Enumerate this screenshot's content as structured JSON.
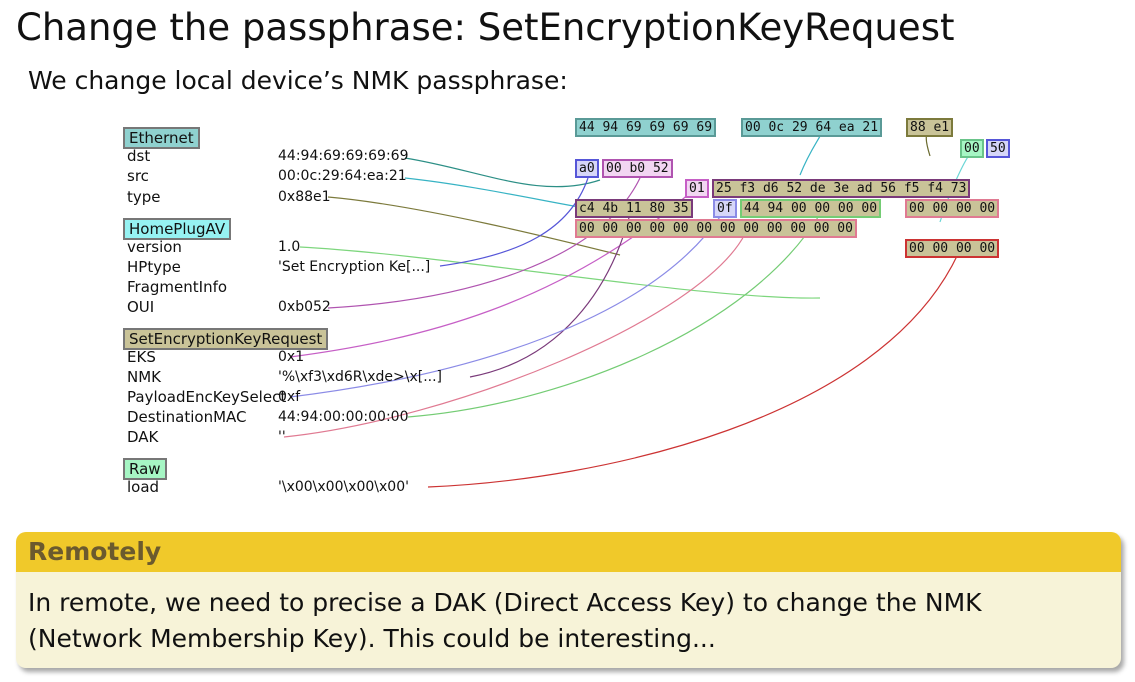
{
  "title": "Change the passphrase: SetEncryptionKeyRequest",
  "subtitle": "We change local device’s NMK passphrase:",
  "layers": {
    "ethernet": {
      "name": "Ethernet",
      "fields": [
        {
          "name": "dst",
          "value": "44:94:69:69:69:69"
        },
        {
          "name": "src",
          "value": "00:0c:29:64:ea:21"
        },
        {
          "name": "type",
          "value": "0x88e1"
        }
      ]
    },
    "homeplug": {
      "name": "HomePlugAV",
      "fields": [
        {
          "name": "version",
          "value": "1.0"
        },
        {
          "name": "HPtype",
          "value": "'Set Encryption Ke[...]"
        },
        {
          "name": "FragmentInfo",
          "value": ""
        },
        {
          "name": "OUI",
          "value": "0xb052"
        }
      ]
    },
    "setkey": {
      "name": "SetEncryptionKeyRequest",
      "fields": [
        {
          "name": "EKS",
          "value": "0x1"
        },
        {
          "name": "NMK",
          "value": "'%\\xf3\\xd6R\\xde>\\x[...]"
        },
        {
          "name": "PayloadEncKeySelect",
          "value": "0xf"
        },
        {
          "name": "DestinationMAC",
          "value": "44:94:00:00:00:00"
        },
        {
          "name": "DAK",
          "value": "''"
        }
      ]
    },
    "raw": {
      "name": "Raw",
      "fields": [
        {
          "name": "load",
          "value": "'\\x00\\x00\\x00\\x00'"
        }
      ]
    }
  },
  "hex": {
    "r1_dst": "44 94 69 69 69 69",
    "r1_src": "00 0c 29 64 ea 21",
    "r1_type": "88 e1",
    "r2_frag": "00",
    "r2_oui_a": "50",
    "r3_hptype": "a0",
    "r3_oui": "00 b0 52",
    "r4_eks": "01",
    "r4_nmk": "25 f3 d6 52 de 3e ad 56 f5 f4 73",
    "r5_nmk": "c4 4b 11 80 35",
    "r5_sel": "0f",
    "r5_mac": "44 94 00 00 00 00",
    "r5_dak": "00 00 00 00",
    "r6_dak": "00 00 00 00 00 00 00 00 00 00 00 00",
    "r7_load": "00 00 00 00"
  },
  "remote": {
    "title": "Remotely",
    "line1": "In remote, we need to precise a DAK (Direct Access Key) to change the NMK",
    "line2": "(Network Membership Key). This could be interesting..."
  },
  "colors": {
    "ethernet": "#8fd1cf",
    "homeplug": "#96f2f2",
    "setkey": "#c9c398",
    "raw": "#a6f6c4",
    "callout_header": "#f0c92a",
    "callout_body": "#f7f3d8",
    "callout_title": "#6b5a2e"
  }
}
